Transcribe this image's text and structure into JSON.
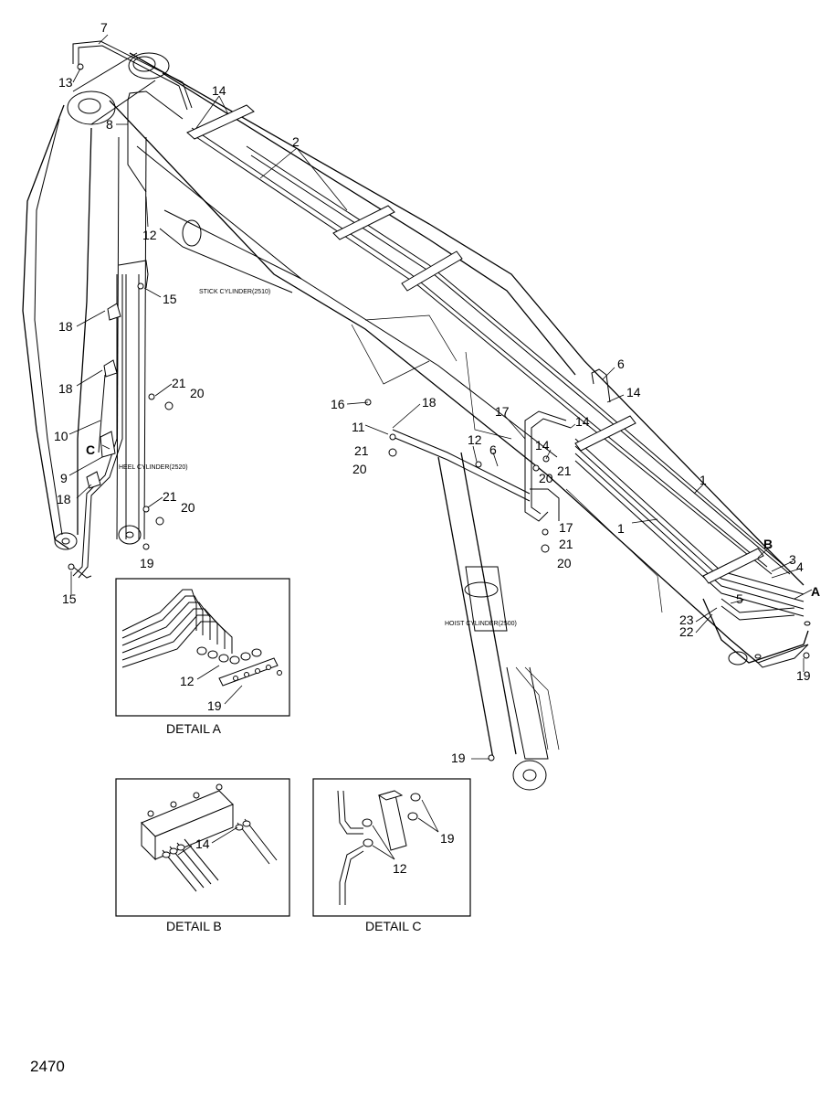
{
  "callouts": {
    "c7": "7",
    "c13": "13",
    "c14a": "14",
    "c8": "8",
    "c2": "2",
    "c12a": "12",
    "c15a": "15",
    "c18a": "18",
    "c18b": "18",
    "c21a": "21",
    "c20a": "20",
    "c10": "10",
    "cC": "C",
    "c9": "9",
    "c18c": "18",
    "c21b": "21",
    "c20b": "20",
    "c19a": "19",
    "c15b": "15",
    "c16": "16",
    "c11": "11",
    "c18d": "18",
    "c21c": "21",
    "c20c": "20",
    "c12b": "12",
    "c6a": "6",
    "c17a": "17",
    "c14b": "14",
    "c20d": "20",
    "c21d": "21",
    "c17b": "17",
    "c21e": "21",
    "c20e": "20",
    "c1a": "1",
    "c1b": "1",
    "c6b": "6",
    "c14c": "14",
    "cB": "B",
    "c3": "3",
    "c4": "4",
    "cA": "A",
    "c5": "5",
    "c23": "23",
    "c22": "22",
    "c19b": "19",
    "c19c": "19",
    "c12c": "12",
    "c19d": "19",
    "c14d": "14",
    "c12d": "12",
    "c19e": "19"
  },
  "cylinders": {
    "stick": "STICK CYLINDER(2510)",
    "heel": "HEEL CYLINDER(2520)",
    "hoist": "HOIST CYLINDER(2500)"
  },
  "details": {
    "a": "DETAIL A",
    "b": "DETAIL B",
    "c": "DETAIL C"
  },
  "page_number": "2470"
}
